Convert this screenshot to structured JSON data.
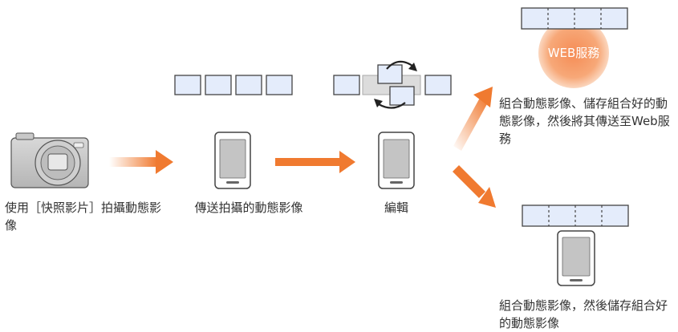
{
  "steps": {
    "record": "使用［快照影片］拍攝動態影像",
    "send": "傳送拍攝的動態影像",
    "edit": "編輯",
    "upload": "組合動態影像、儲存組合好的動態影像，然後將其傳送至Web服務",
    "save": "組合動態影像，然後儲存組合好的動態影像"
  },
  "web_service_label": "WEB服務",
  "colors": {
    "arrow": "#f07a30",
    "web_circle": "#f7a070",
    "clip_fill": "#e4ecfb",
    "clip_stroke": "#444444"
  },
  "icons": [
    "camera-icon",
    "smartphone-icon",
    "rearrange-icon",
    "film-strip-icon"
  ]
}
